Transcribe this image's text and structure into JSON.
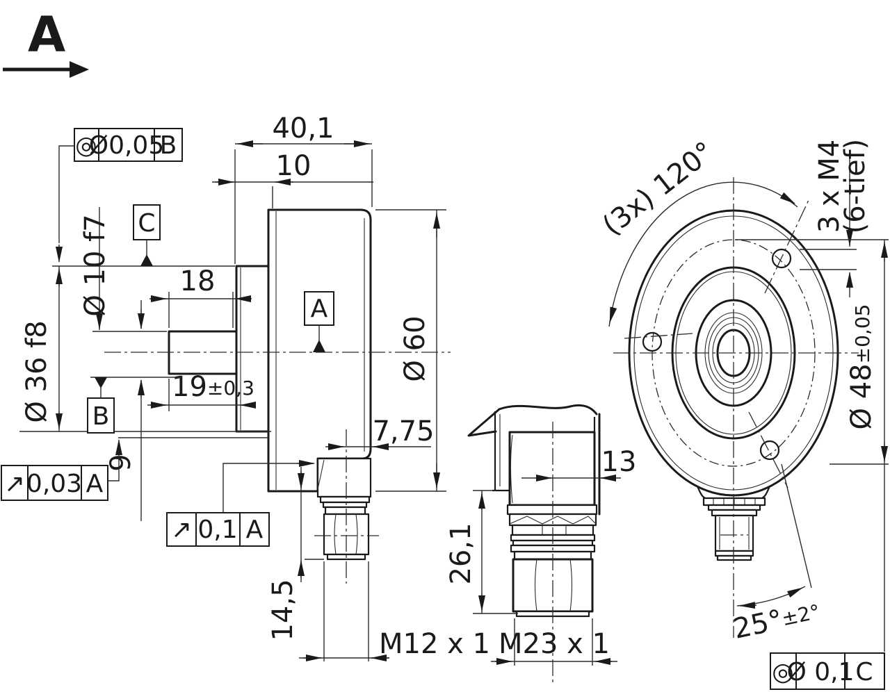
{
  "drawing": {
    "view_label": {
      "letter": "A"
    },
    "side_view": {
      "dim_total_depth": "40,1",
      "dim_flange_depth": "10",
      "dim_shaft_free": "18",
      "dim_shaft_len": "19",
      "dim_shaft_len_tol": "±0,3",
      "dim_step": "9",
      "dia_shaft": "Ø 10 f7",
      "dia_flange": "Ø 36 f8",
      "dia_body": "Ø 60",
      "dim_conn_offset": "7,75",
      "dim_conn_len": "14,5",
      "thread_axial": "M12 x 1"
    },
    "radial_view": {
      "dim_conn_center": "13",
      "dim_conn_height": "26,1",
      "thread_radial": "M23 x 1"
    },
    "rear_view": {
      "hole_pattern": "(3x) 120°",
      "screws": "3 x M4",
      "screw_depth": "(6-tief)",
      "bolt_circle": "Ø 48",
      "bolt_circle_tol": "±0,05",
      "angle": "25°",
      "angle_tol": "±2°"
    },
    "datums": {
      "a": "A",
      "b": "B",
      "c": "C"
    },
    "frames": {
      "concentricity_b": {
        "symbol": "◎",
        "value": "Ø0,05",
        "datum": "B"
      },
      "runout_003": {
        "symbol": "↗",
        "value": "0,03",
        "datum": "A"
      },
      "runout_01": {
        "symbol": "↗",
        "value": "0,1",
        "datum": "A"
      },
      "concentricity_c": {
        "symbol": "◎",
        "value": "Ø 0,1",
        "datum": "C"
      }
    },
    "line_color": "#1a1a1a",
    "background": "#ffffff"
  }
}
